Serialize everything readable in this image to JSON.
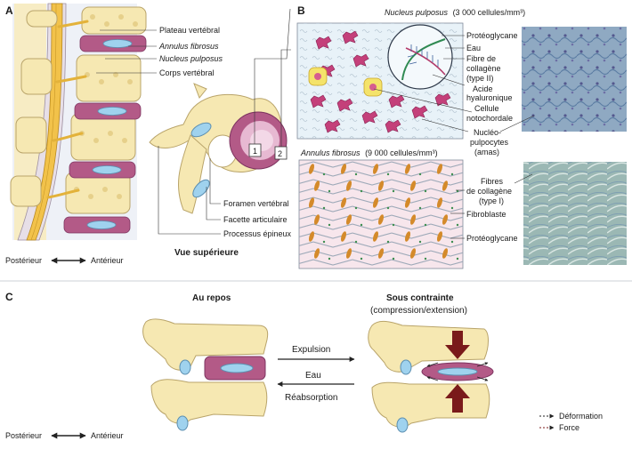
{
  "colors": {
    "bone": "#f6e8b2",
    "bone_outline": "#b9a46a",
    "disc_annulus": "#b35a87",
    "disc_light": "#e7b9d2",
    "nucleus": "#9fd2ee",
    "nerve": "#e3b23a",
    "cord": "#f2c24a",
    "force": "#7a1a1a",
    "frame": "#7f8a9a"
  },
  "panel_a": {
    "letter": "A",
    "labels": {
      "plateau": "Plateau vertébral",
      "annulus": "Annulus fibrosus",
      "nucleus": "Nucleus pulposus",
      "corps": "Corps vertébral",
      "foramen": "Foramen vertébral",
      "facette": "Facette articulaire",
      "processus": "Processus épineux"
    },
    "box1": "1",
    "box2": "2",
    "view_title": "Vue supérieure",
    "posterior": "Postérieur",
    "anterior": "Antérieur"
  },
  "panel_b": {
    "letter": "B",
    "np_title_name": "Nucleus pulposus",
    "np_title_count": "(3 000 cellules/mm³)",
    "np_labels": {
      "proteoglycane": "Protéoglycane",
      "eau": "Eau",
      "fibre_l1": "Fibre de",
      "fibre_l2": "collagène",
      "fibre_l3": "(type II)",
      "acide_l1": "Acide",
      "acide_l2": "hyaluronique",
      "cellule_l1": "Cellule",
      "cellule_l2": "notochordale",
      "nucleo_l1": "Nucléo-",
      "nucleo_l2": "pulpocytes",
      "nucleo_l3": "(amas)"
    },
    "af_title_name": "Annulus fibrosus",
    "af_title_count": "(9 000 cellules/mm³)",
    "af_labels": {
      "fibres_l1": "Fibres",
      "fibres_l2": "de collagène",
      "fibres_l3": "(type I)",
      "fibroblaste": "Fibroblaste",
      "proteoglycane": "Protéoglycane"
    }
  },
  "panel_c": {
    "letter": "C",
    "rest_title": "Au repos",
    "stress_title": "Sous contrainte",
    "stress_sub": "(compression/extension)",
    "expulsion": "Expulsion",
    "eau": "Eau",
    "reabsorption": "Réabsorption",
    "posterior": "Postérieur",
    "anterior": "Antérieur",
    "legend_deformation": "Déformation",
    "legend_force": "Force"
  }
}
